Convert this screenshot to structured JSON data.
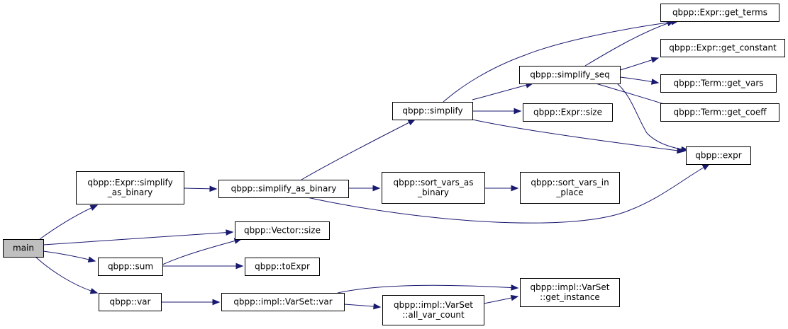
{
  "graph": {
    "nodes": [
      {
        "id": "main",
        "lines": [
          "main"
        ],
        "root": true
      },
      {
        "id": "simplify_as_binary_expr",
        "lines": [
          "qbpp::Expr::simplify",
          "_as_binary"
        ]
      },
      {
        "id": "simplify_as_binary",
        "lines": [
          "qbpp::simplify_as_binary"
        ]
      },
      {
        "id": "simplify",
        "lines": [
          "qbpp::simplify"
        ]
      },
      {
        "id": "simplify_seq",
        "lines": [
          "qbpp::simplify_seq"
        ]
      },
      {
        "id": "get_terms",
        "lines": [
          "qbpp::Expr::get_terms"
        ]
      },
      {
        "id": "get_constant",
        "lines": [
          "qbpp::Expr::get_constant"
        ]
      },
      {
        "id": "get_vars",
        "lines": [
          "qbpp::Term::get_vars"
        ]
      },
      {
        "id": "get_coeff",
        "lines": [
          "qbpp::Term::get_coeff"
        ]
      },
      {
        "id": "expr_size",
        "lines": [
          "qbpp::Expr::size"
        ]
      },
      {
        "id": "expr",
        "lines": [
          "qbpp::expr"
        ]
      },
      {
        "id": "sort_vars_as_binary",
        "lines": [
          "qbpp::sort_vars_as",
          "_binary"
        ]
      },
      {
        "id": "sort_vars_in_place",
        "lines": [
          "qbpp::sort_vars_in",
          "_place"
        ]
      },
      {
        "id": "vector_size",
        "lines": [
          "qbpp::Vector::size"
        ]
      },
      {
        "id": "sum",
        "lines": [
          "qbpp::sum"
        ]
      },
      {
        "id": "toExpr",
        "lines": [
          "qbpp::toExpr"
        ]
      },
      {
        "id": "var",
        "lines": [
          "qbpp::var"
        ]
      },
      {
        "id": "varset_var",
        "lines": [
          "qbpp::impl::VarSet::var"
        ]
      },
      {
        "id": "get_instance",
        "lines": [
          "qbpp::impl::VarSet",
          "::get_instance"
        ]
      },
      {
        "id": "all_var_count",
        "lines": [
          "qbpp::impl::VarSet",
          "::all_var_count"
        ]
      }
    ],
    "edges": [
      [
        "main",
        "simplify_as_binary_expr"
      ],
      [
        "main",
        "vector_size"
      ],
      [
        "main",
        "sum"
      ],
      [
        "main",
        "var"
      ],
      [
        "simplify_as_binary_expr",
        "simplify_as_binary"
      ],
      [
        "simplify_as_binary",
        "simplify"
      ],
      [
        "simplify_as_binary",
        "sort_vars_as_binary"
      ],
      [
        "simplify_as_binary",
        "expr"
      ],
      [
        "simplify",
        "get_terms"
      ],
      [
        "simplify",
        "simplify_seq"
      ],
      [
        "simplify",
        "expr_size"
      ],
      [
        "simplify",
        "expr"
      ],
      [
        "simplify_seq",
        "get_terms"
      ],
      [
        "simplify_seq",
        "get_constant"
      ],
      [
        "simplify_seq",
        "get_vars"
      ],
      [
        "simplify_seq",
        "get_coeff"
      ],
      [
        "simplify_seq",
        "expr"
      ],
      [
        "sort_vars_as_binary",
        "sort_vars_in_place"
      ],
      [
        "sum",
        "vector_size"
      ],
      [
        "sum",
        "toExpr"
      ],
      [
        "var",
        "varset_var"
      ],
      [
        "varset_var",
        "get_instance"
      ],
      [
        "varset_var",
        "all_var_count"
      ],
      [
        "all_var_count",
        "get_instance"
      ]
    ]
  }
}
